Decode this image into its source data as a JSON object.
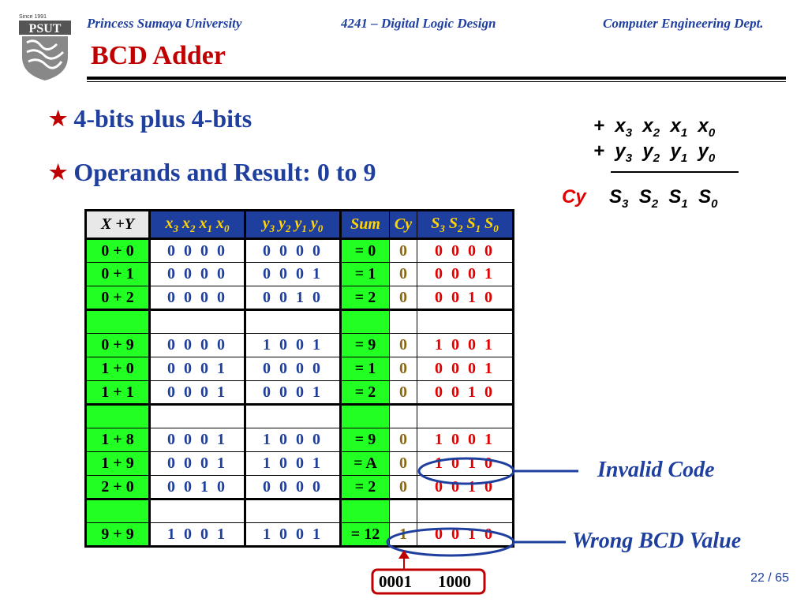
{
  "header": {
    "university": "Princess Sumaya University",
    "course": "4241 – Digital Logic Design",
    "dept": "Computer Engineering Dept.",
    "logo_since": "Since 1991",
    "logo_text": "PSUT"
  },
  "title": "BCD Adder",
  "bullets": [
    "4-bits plus 4-bits",
    "Operands and Result: 0 to 9"
  ],
  "equation": {
    "plus": "+",
    "row1": [
      "x",
      "3",
      "x",
      "2",
      "x",
      "1",
      "x",
      "0"
    ],
    "row2": [
      "y",
      "3",
      "y",
      "2",
      "y",
      "1",
      "y",
      "0"
    ],
    "cy": "Cy",
    "result": [
      "S",
      "3",
      "S",
      "2",
      "S",
      "1",
      "S",
      "0"
    ]
  },
  "table": {
    "headers": [
      "X +Y",
      "x3 x2 x1 x0",
      "y3 y2 y1 y0",
      "Sum",
      "Cy",
      "S3 S2 S1 S0"
    ],
    "rows": [
      [
        "0 + 0",
        "0 0 0 0",
        "0 0 0 0",
        "= 0",
        "0",
        "0 0 0 0"
      ],
      [
        "0 + 1",
        "0 0 0 0",
        "0 0 0 1",
        "= 1",
        "0",
        "0 0 0 1"
      ],
      [
        "0 + 2",
        "0 0 0 0",
        "0 0 1 0",
        "= 2",
        "0",
        "0 0 1 0"
      ],
      [
        "",
        "",
        "",
        "",
        "",
        ""
      ],
      [
        "0 + 9",
        "0 0 0 0",
        "1 0 0 1",
        "= 9",
        "0",
        "1 0 0 1"
      ],
      [
        "1 + 0",
        "0 0 0 1",
        "0 0 0 0",
        "= 1",
        "0",
        "0 0 0 1"
      ],
      [
        "1 + 1",
        "0 0 0 1",
        "0 0 0 1",
        "= 2",
        "0",
        "0 0 1 0"
      ],
      [
        "",
        "",
        "",
        "",
        "",
        ""
      ],
      [
        "1 + 8",
        "0 0 0 1",
        "1 0 0 0",
        "= 9",
        "0",
        "1 0 0 1"
      ],
      [
        "1 + 9",
        "0 0 0 1",
        "1 0 0 1",
        "= A",
        "0",
        "1 0 1 0"
      ],
      [
        "2 + 0",
        "0 0 1 0",
        "0 0 0 0",
        "= 2",
        "0",
        "0 0 1 0"
      ],
      [
        "",
        "",
        "",
        "",
        "",
        ""
      ],
      [
        "9 + 9",
        "1 0 0 1",
        "1 0 0 1",
        "= 12",
        "1",
        "0 0 1 0"
      ]
    ]
  },
  "annotations": {
    "invalid": "Invalid Code",
    "wrong": "Wrong BCD Value",
    "correct_a": "0001",
    "correct_b": "1000"
  },
  "page": "22 / 65",
  "colors": {
    "navy": "#1f3f9f",
    "red": "#c00000",
    "green": "#22ff22",
    "yellow": "#ffd400"
  }
}
